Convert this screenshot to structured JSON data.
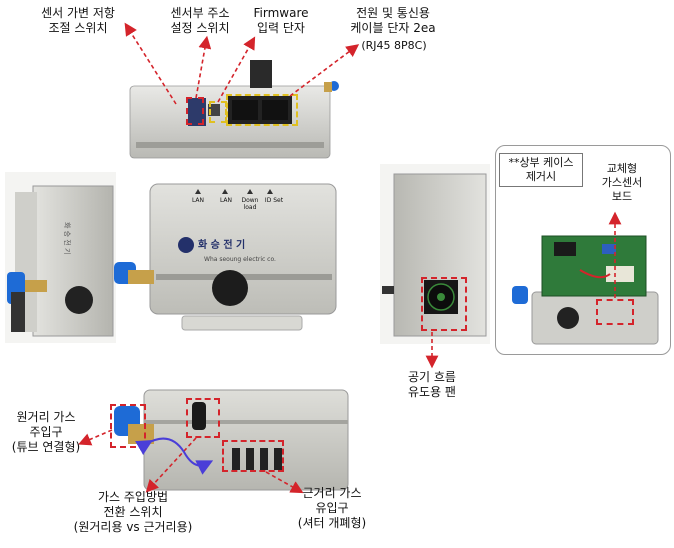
{
  "annotations": {
    "sensor_adjust": "센서 가변 저항\n조절 스위치",
    "address_switch": "센서부 주소\n설정 스위치",
    "firmware_port": "Firmware\n입력 단자",
    "power_comm": "전원 및 통신용\n케이블 단자 2ea",
    "rj45": "(RJ45 8P8C)",
    "fan": "공기 흐름\n유도용 팬",
    "remote_inlet": "원거리 가스\n주입구\n(튜브 연결형)",
    "switch_mode": "가스 주입방법\n전환 스위치\n(원거리용 vs 근거리용)",
    "near_inlet": "근거리 가스\n유입구\n(셔터 개폐형)"
  },
  "inset": {
    "case_removed": "**상부 케이스\n제거시",
    "sensor_board": "교체형\n가스센서\n보드"
  },
  "device": {
    "port_labels": [
      "LAN",
      "LAN",
      "Down\nload",
      "ID Set"
    ],
    "brand_korean": "화 승 전 기",
    "brand_english": "Wha seoung electric co."
  },
  "colors": {
    "highlight": "#d4242b",
    "port_box": "#e0c020",
    "arrow_blue": "#4a3ed8",
    "body_silver": "#cfcfca",
    "fitting_blue": "#1e6bd6"
  }
}
